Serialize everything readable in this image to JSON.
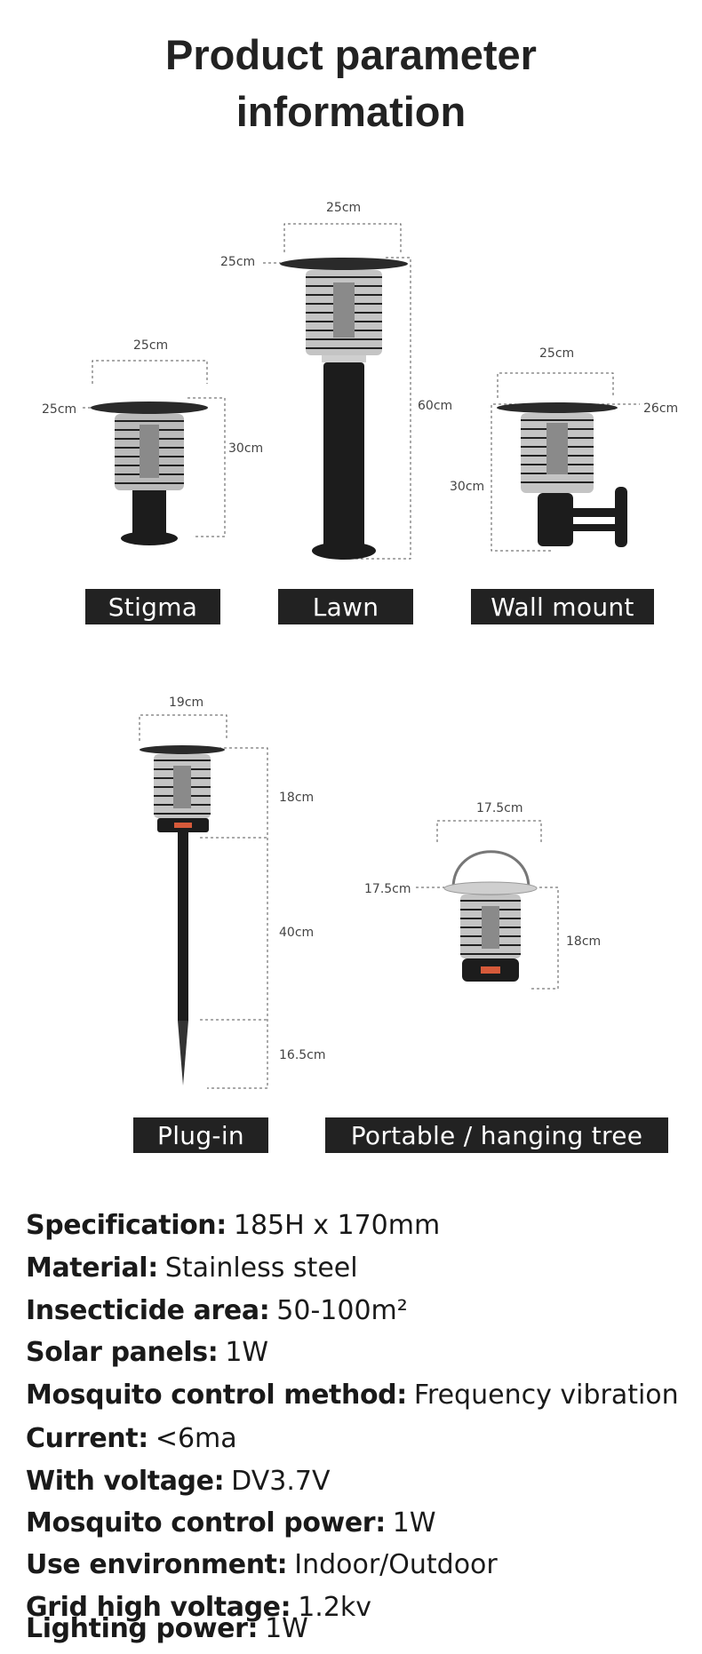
{
  "header": {
    "title_line1": "Product parameter",
    "title_line2": "information"
  },
  "products": [
    {
      "label": "Stigma",
      "dims": {
        "top": "25cm",
        "side": "25cm",
        "height": "30cm"
      }
    },
    {
      "label": "Lawn",
      "dims": {
        "top": "25cm",
        "side": "25cm",
        "height": "60cm"
      }
    },
    {
      "label": "Wall mount",
      "dims": {
        "top": "25cm",
        "side": "26cm",
        "height": "30cm"
      }
    },
    {
      "label": "Plug-in",
      "dims": {
        "top": "19cm",
        "h1": "18cm",
        "h2": "40cm",
        "h3": "16.5cm"
      }
    },
    {
      "label": "Portable / hanging tree",
      "dims": {
        "top": "17.5cm",
        "side": "17.5cm",
        "height": "18cm"
      }
    }
  ],
  "specs": [
    {
      "key": "Specification:",
      "value": "185H x 170mm"
    },
    {
      "key": "Material:",
      "value": "Stainless steel"
    },
    {
      "key": "Insecticide area:",
      "value": "50-100m²"
    },
    {
      "key": "Solar panels:",
      "value": "1W"
    },
    {
      "key": "Mosquito control method:",
      "value": "Frequency vibration"
    },
    {
      "key": "Current:",
      "value": "<6ma"
    },
    {
      "key": "With voltage:",
      "value": "DV3.7V"
    },
    {
      "key": "Mosquito control power:",
      "value": "1W"
    },
    {
      "key": "Use environment:",
      "value": "Indoor/Outdoor"
    },
    {
      "key": "Grid high voltage:",
      "value": "1.2kv"
    },
    {
      "key": "Lighting power:",
      "value": "1W"
    }
  ],
  "colors": {
    "label_bg": "#222222",
    "label_text": "#ffffff",
    "lamp_body": "#1c1c1c",
    "guide_line": "#555555"
  }
}
